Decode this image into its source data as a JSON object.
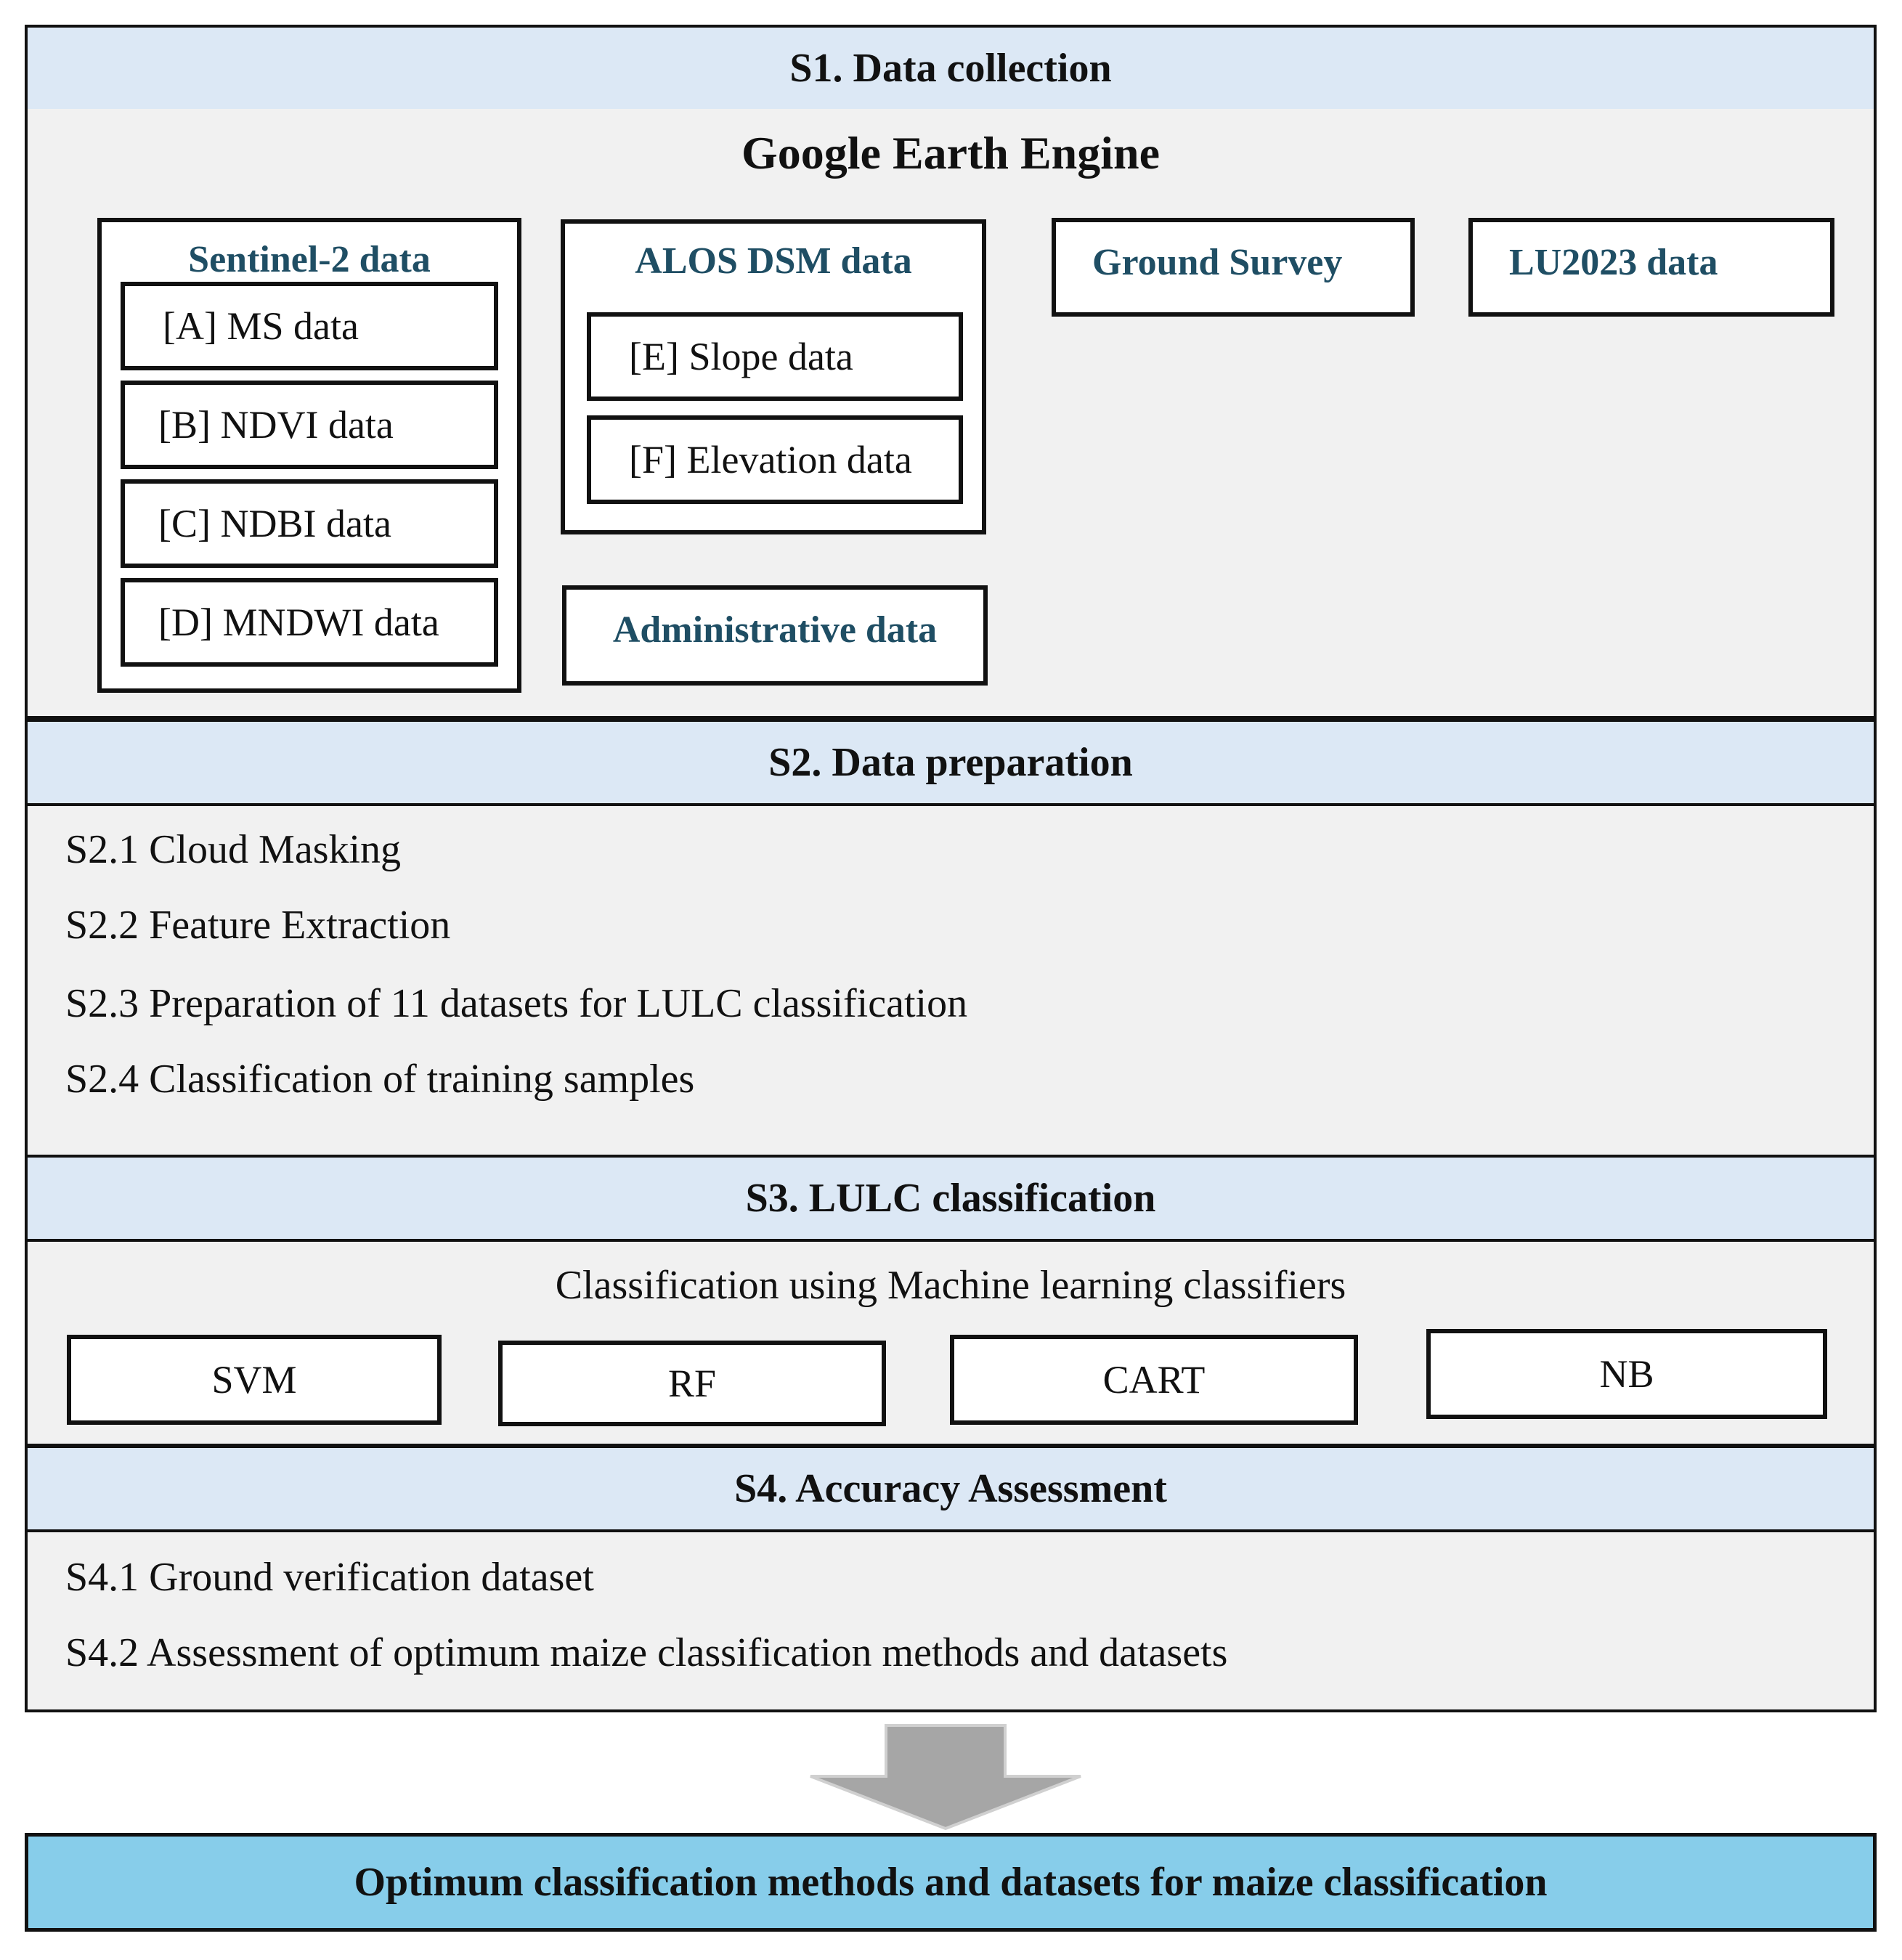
{
  "s1": {
    "header": "S1. Data collection",
    "platform": "Google Earth Engine",
    "sentinel": {
      "title": "Sentinel-2 data",
      "items": [
        "[A] MS data",
        "[B] NDVI data",
        "[C] NDBI data",
        "[D] MNDWI data"
      ]
    },
    "alos": {
      "title": "ALOS DSM data",
      "items": [
        "[E] Slope  data",
        "[F] Elevation data"
      ]
    },
    "ground_survey": "Ground Survey",
    "lu2023": "LU2023 data",
    "administrative": "Administrative data"
  },
  "s2": {
    "header": "S2. Data preparation",
    "steps": [
      "S2.1  Cloud Masking",
      "S2.2  Feature Extraction",
      "S2.3  Preparation  of 11  datasets for LULC  classification",
      "S2.4  Classification  of training  samples"
    ]
  },
  "s3": {
    "header": "S3. LULC classification",
    "subtitle": "Classification  using  Machine  learning  classifiers",
    "classifiers": [
      "SVM",
      "RF",
      "CART",
      "NB"
    ]
  },
  "s4": {
    "header": "S4. Accuracy  Assessment",
    "steps": [
      "S4.1  Ground  verification  dataset",
      "S4.2  Assessment  of optimum  maize  classification  methods and datasets"
    ]
  },
  "outcome": "Optimum  classification  methods and datasets  for maize classification",
  "colors": {
    "header_fill": "#dce8f5",
    "body_fill": "#f1f1f1",
    "outcome_fill": "#87cdea",
    "title_text": "#1f4e64",
    "arrow": "#a6a6a6"
  }
}
